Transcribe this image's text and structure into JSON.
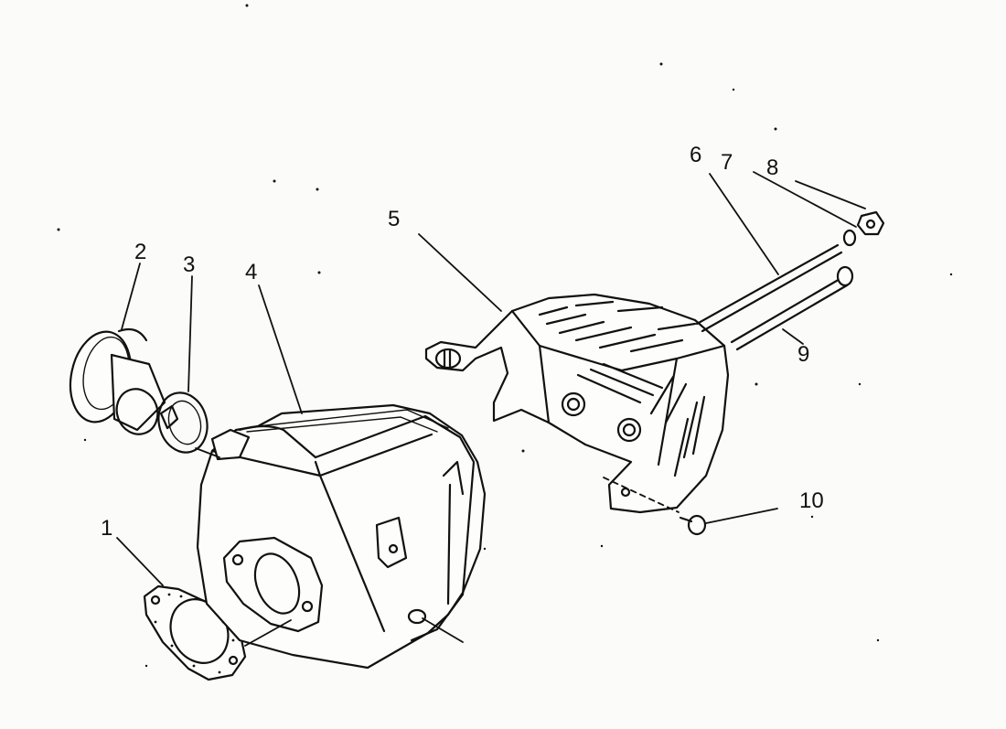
{
  "diagram": {
    "parts": [
      {
        "id": "gasket",
        "label": "1"
      },
      {
        "id": "muffler-outlet-deflector",
        "label": "2"
      },
      {
        "id": "clamp",
        "label": "3"
      },
      {
        "id": "muffler",
        "label": "4"
      },
      {
        "id": "heat-shield",
        "label": "5"
      },
      {
        "id": "long-bolt",
        "label": "6"
      },
      {
        "id": "long-bolt-2",
        "label": "7"
      },
      {
        "id": "washer",
        "label": "8"
      },
      {
        "id": "bolt-9",
        "label": "9"
      },
      {
        "id": "screw",
        "label": "10"
      }
    ]
  }
}
